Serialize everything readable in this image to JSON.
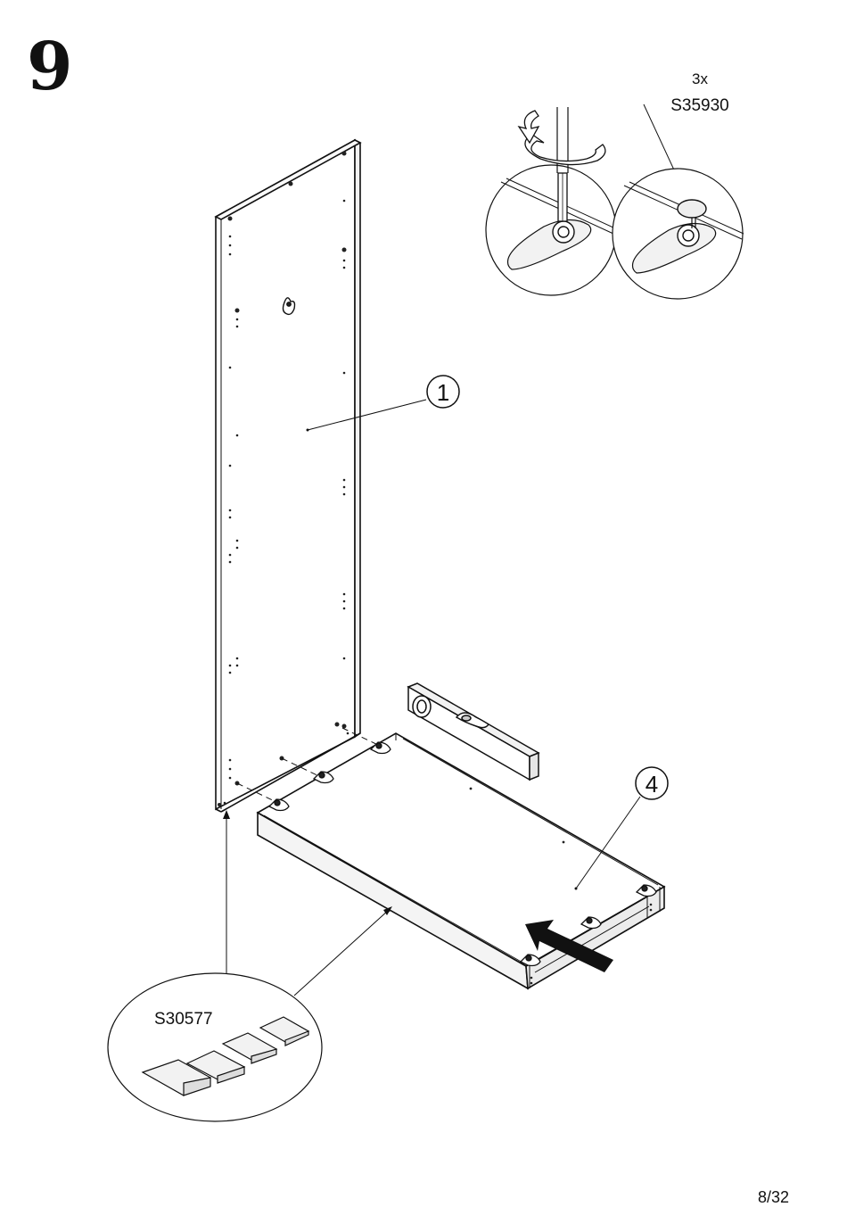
{
  "step": {
    "number": "9"
  },
  "parts": {
    "panel_label": "1",
    "base_label": "4"
  },
  "hardware": {
    "screw_quantity": "3x",
    "screw_code": "S35930",
    "shim_code": "S30577"
  },
  "page": {
    "number": "8/32"
  }
}
